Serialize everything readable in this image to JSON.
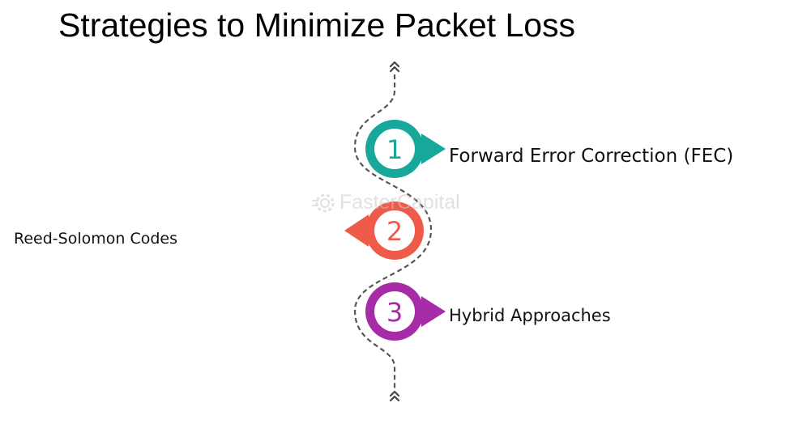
{
  "title": "Strategies to Minimize Packet Loss",
  "steps": [
    {
      "number": "1",
      "label": "Forward Error Correction (FEC)",
      "color": "#18a89b"
    },
    {
      "number": "2",
      "label": "Reed-Solomon Codes",
      "color": "#ee5b4a"
    },
    {
      "number": "3",
      "label": "Hybrid Approaches",
      "color": "#a72ba7"
    }
  ],
  "watermark": {
    "text": "FasterCapital",
    "icon": "gear-logo-icon"
  },
  "icons": {
    "top": "double-chevron-up-icon",
    "bottom": "double-chevron-up-icon"
  }
}
